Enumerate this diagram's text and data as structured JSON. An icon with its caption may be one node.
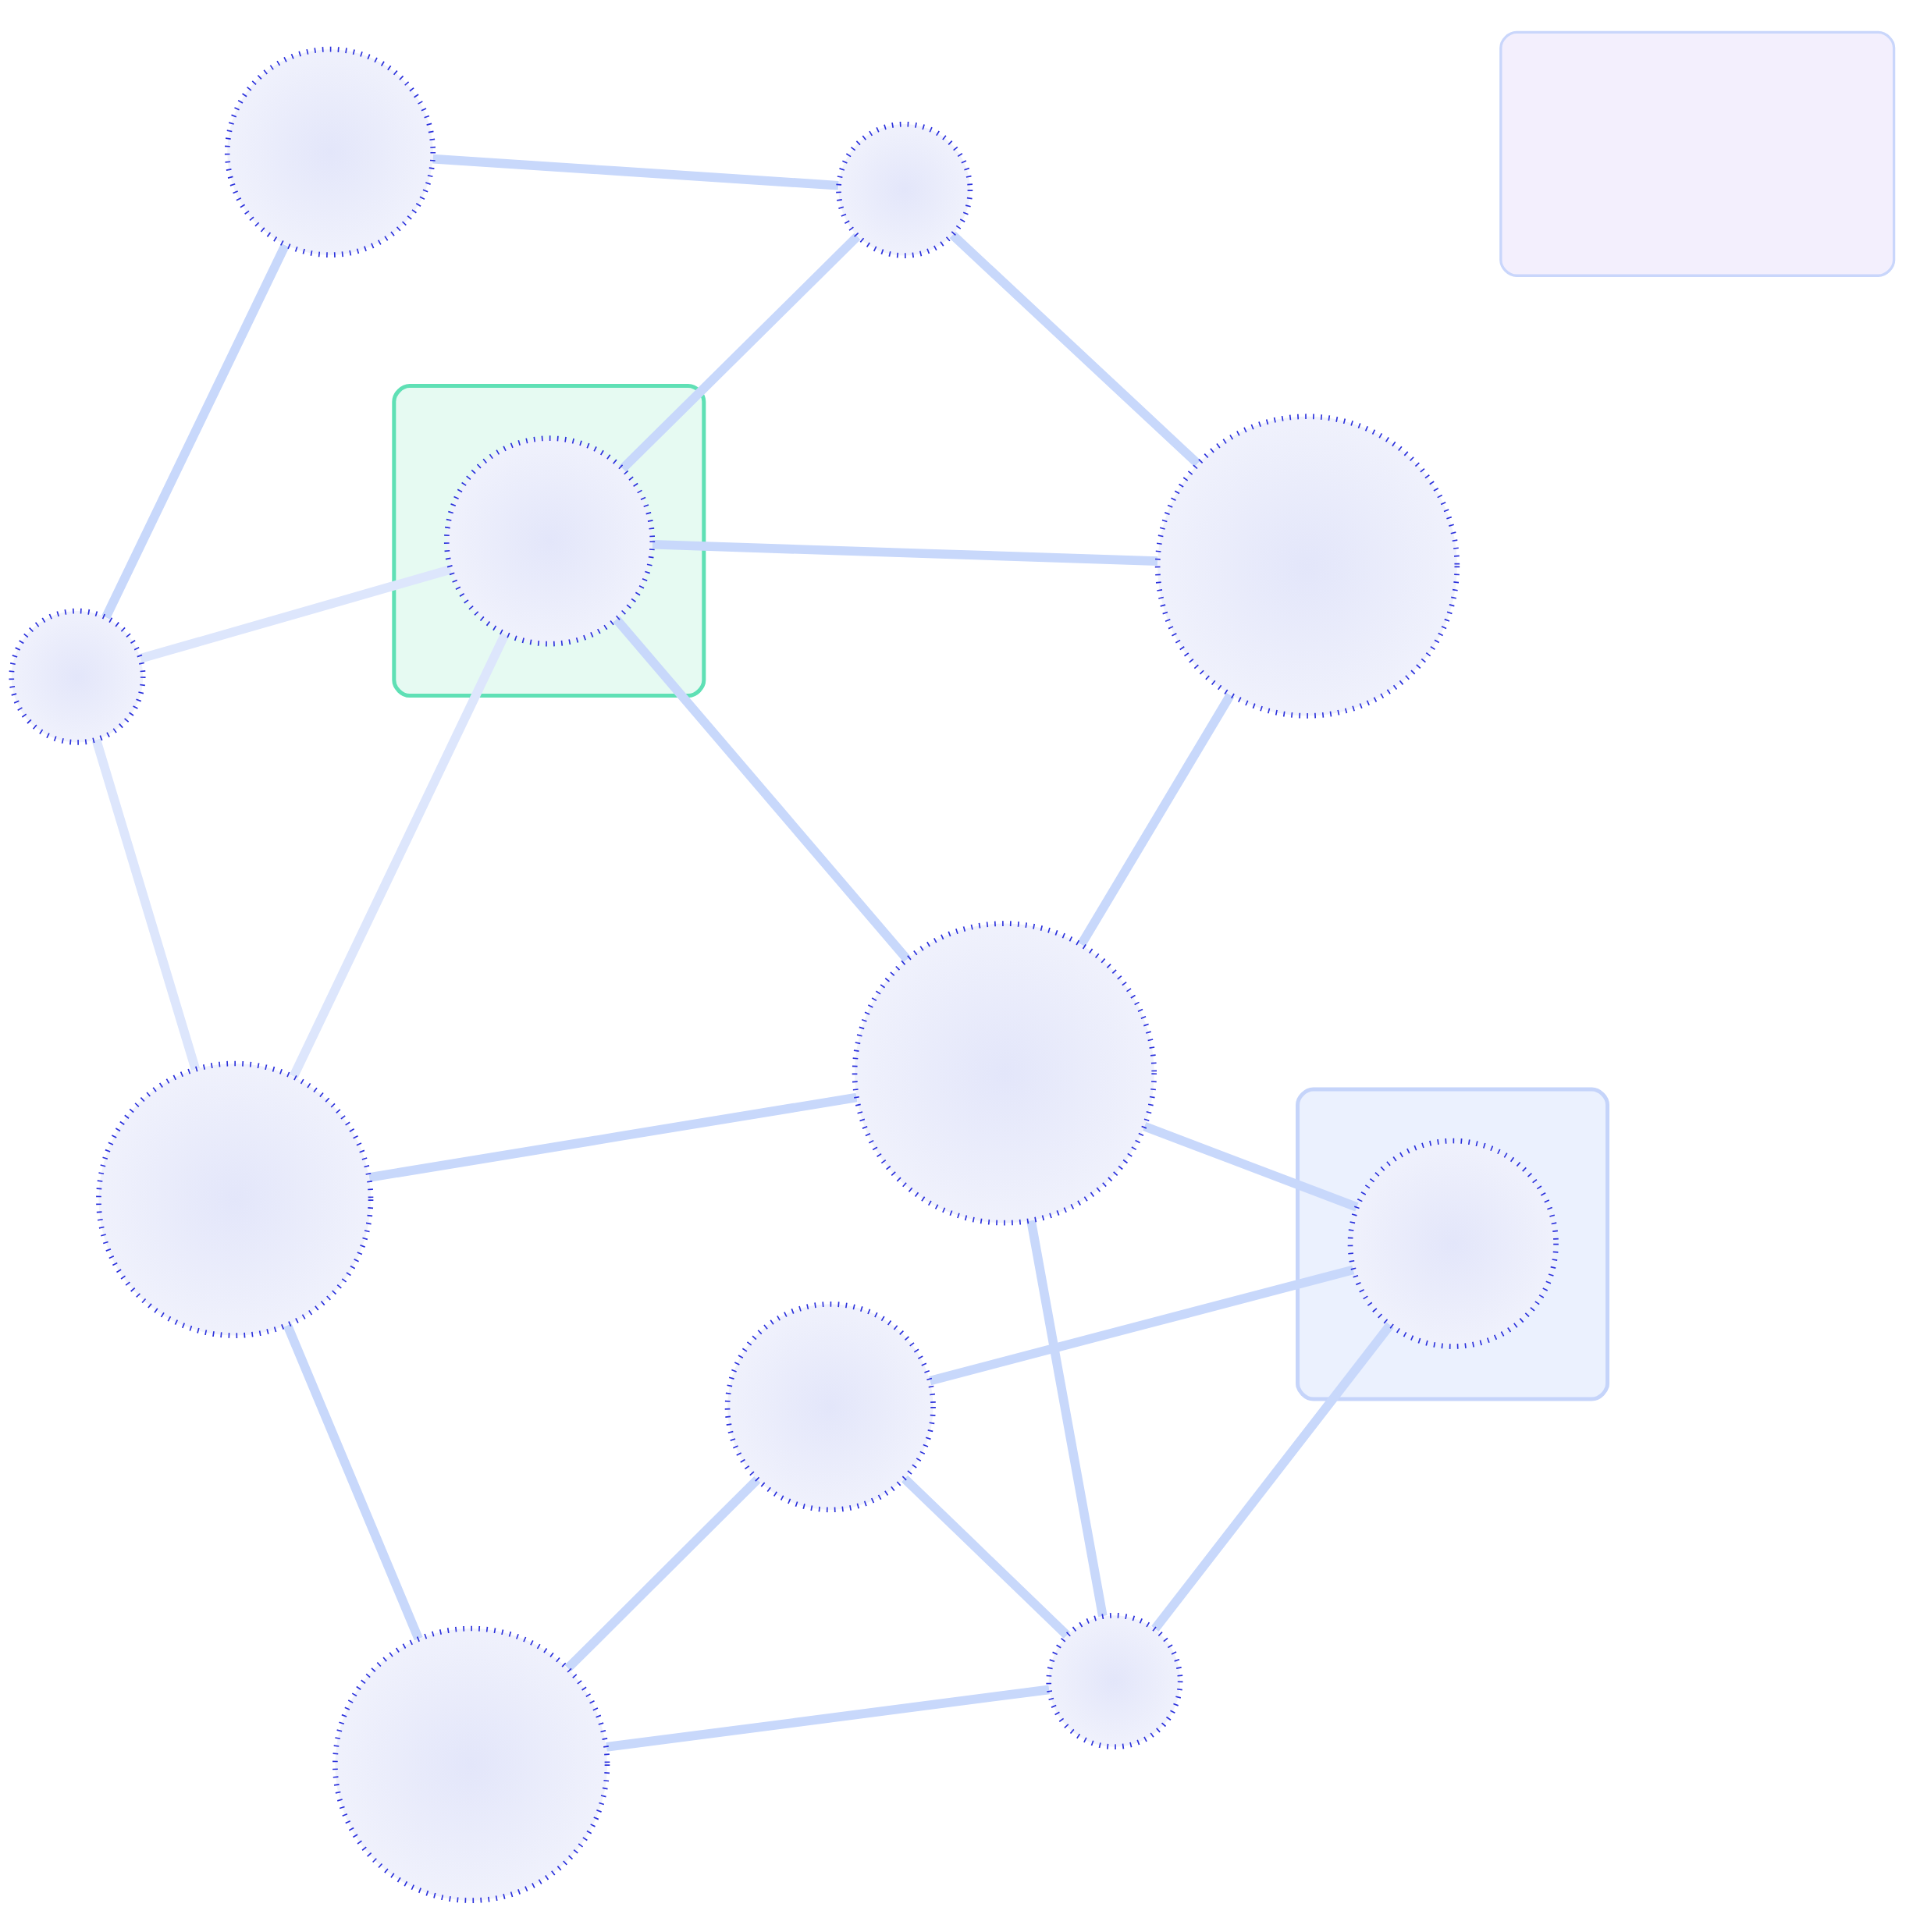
{
  "diagram": {
    "nodes": [
      {
        "text": [],
        "shape": "circle"
      },
      {
        "text": [],
        "shape": "circle"
      },
      {
        "text": [],
        "shape": "box"
      },
      {
        "text": [],
        "shape": "circle"
      },
      {
        "text": [],
        "shape": "circle"
      },
      {
        "text": [],
        "shape": "circle"
      },
      {
        "text": [],
        "shape": "circle"
      },
      {
        "text": [],
        "shape": "circle"
      },
      {
        "text": [],
        "shape": "box"
      },
      {
        "text": [],
        "shape": "circle",
        "in": 8
      },
      {
        "text": [],
        "shape": "box"
      },
      {
        "text": [],
        "shape": "circle"
      },
      {
        "text": [],
        "shape": "circle",
        "in": 10
      },
      {
        "text": [],
        "shape": "circle"
      }
    ],
    "edges": [
      {
        "from": 0,
        "to": 5,
        "arrow": "none"
      },
      {
        "from": 0,
        "to": 3,
        "arrow": "none"
      },
      {
        "from": 0,
        "to": 7,
        "arrow": "none"
      },
      {
        "from": 1,
        "to": 4,
        "arrow": "none"
      },
      {
        "from": 1,
        "to": 6,
        "arrow": "none"
      },
      {
        "from": 3,
        "to": 4,
        "arrow": "none",
        "color": "#dde6fc"
      },
      {
        "from": 3,
        "to": 11,
        "arrow": "none"
      },
      {
        "from": 3,
        "to": 9,
        "arrow": "none",
        "color": "#dde6fc"
      },
      {
        "from": 4,
        "to": 9,
        "arrow": "none",
        "color": "#dde6fc"
      },
      {
        "from": 5,
        "to": 7,
        "arrow": "none"
      },
      {
        "from": 5,
        "to": 12,
        "arrow": "none"
      },
      {
        "from": 7,
        "to": 12,
        "arrow": "none"
      },
      {
        "from": 7,
        "to": 11,
        "arrow": "none"
      },
      {
        "from": 12,
        "to": 11,
        "arrow": "none"
      },
      {
        "from": 11,
        "to": 9,
        "arrow": "none"
      },
      {
        "from": 11,
        "to": 13,
        "arrow": "none"
      },
      {
        "from": 9,
        "to": 6,
        "arrow": "none"
      },
      {
        "from": 9,
        "to": 13,
        "arrow": "none"
      },
      {
        "from": 6,
        "to": 13,
        "arrow": "none"
      }
    ]
  }
}
